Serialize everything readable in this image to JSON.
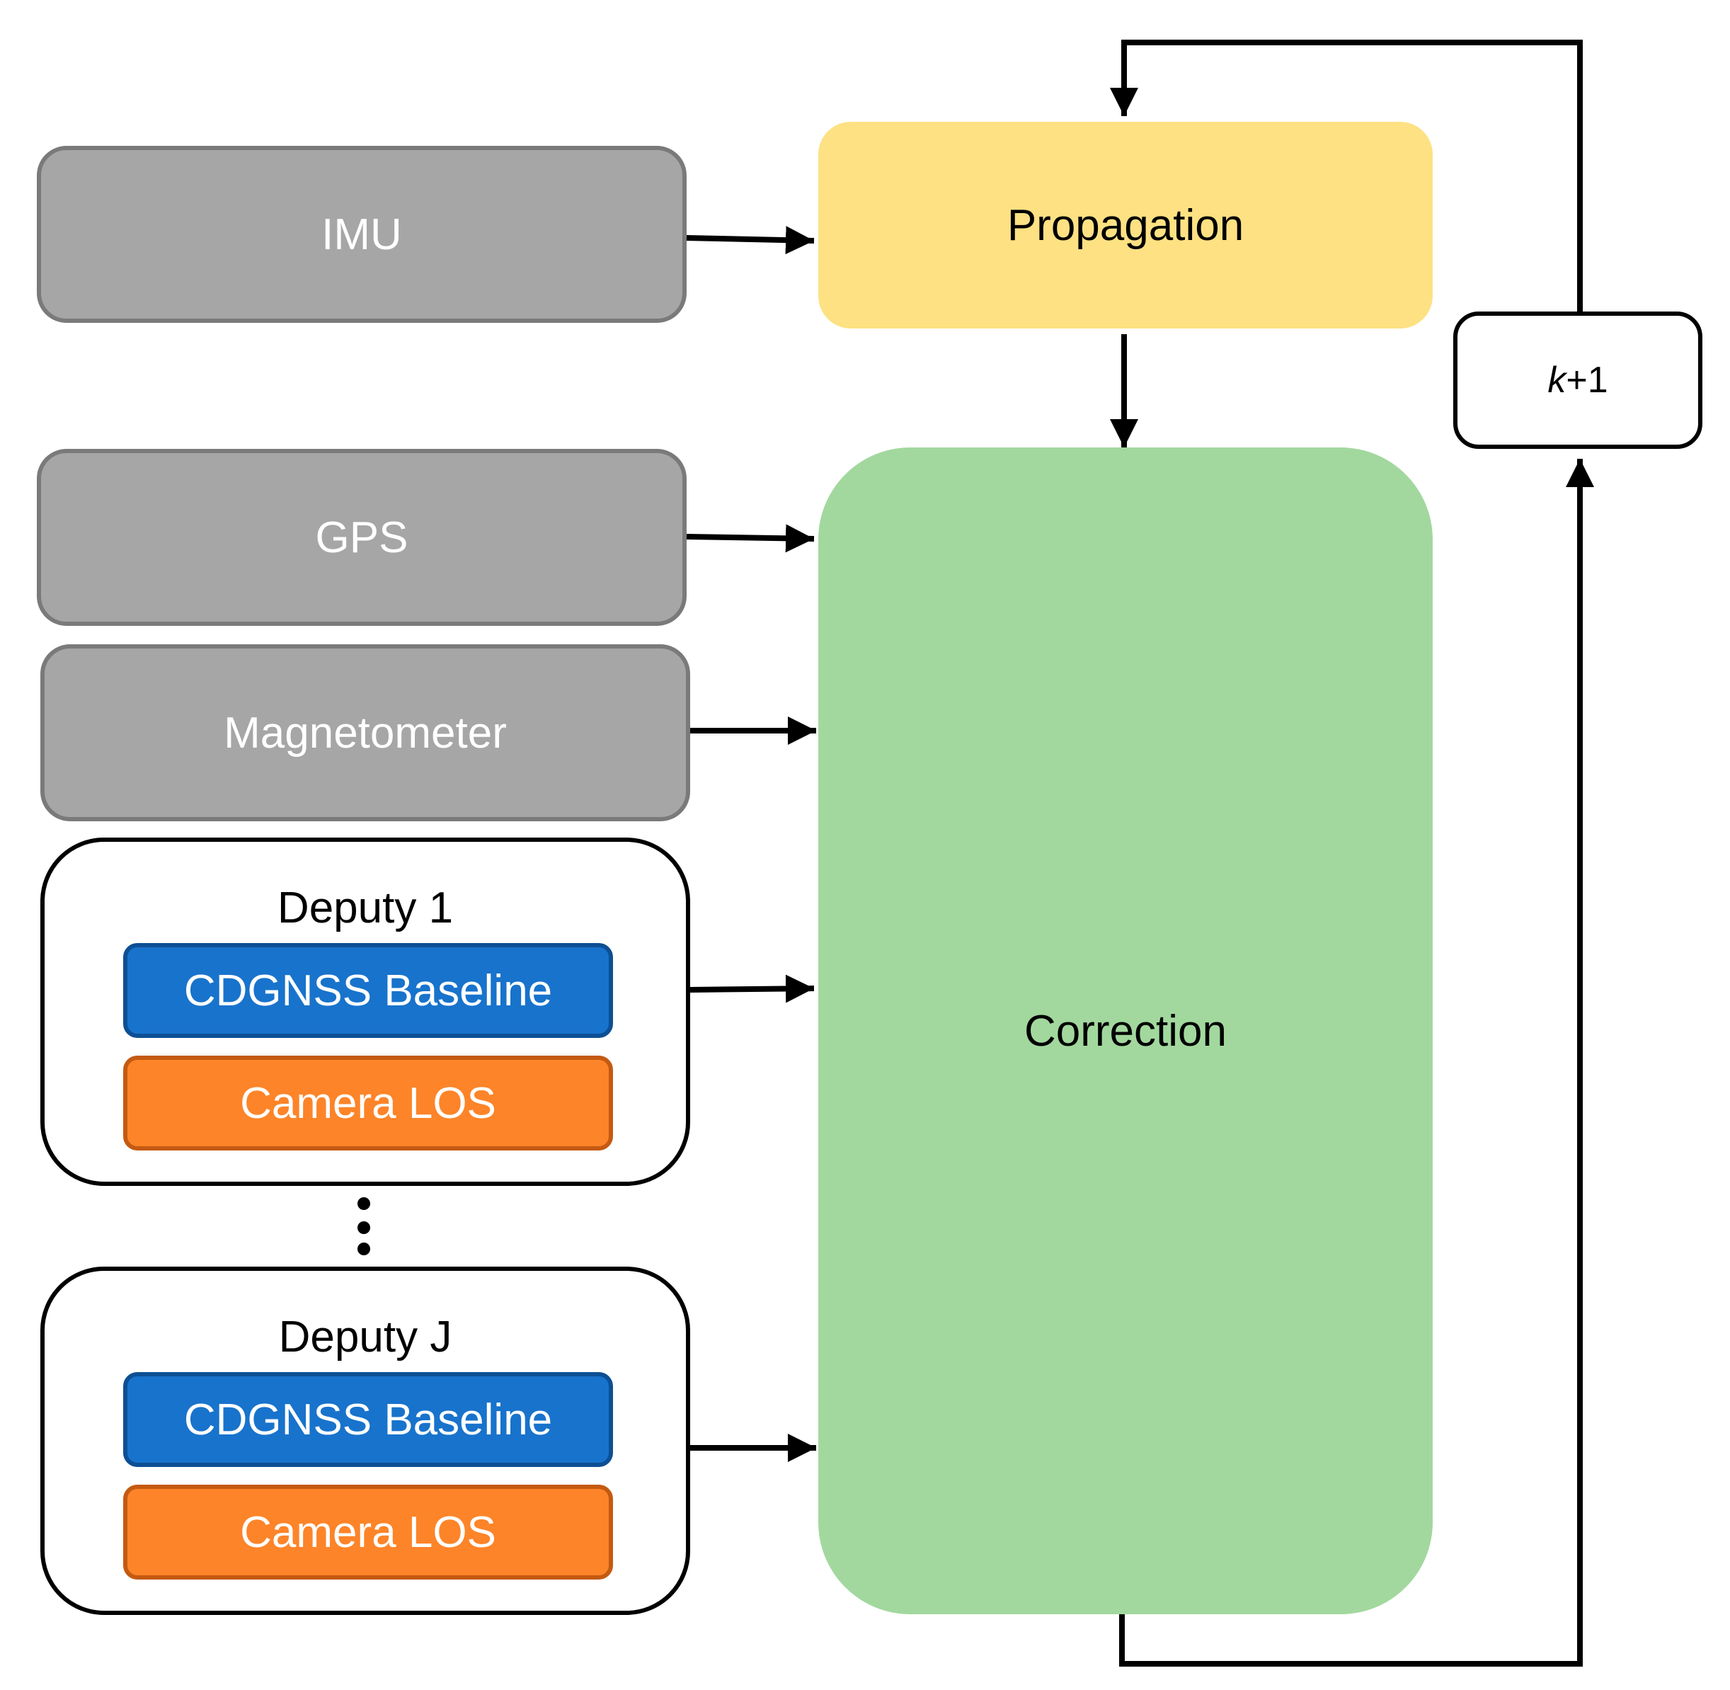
{
  "sensors": {
    "imu": "IMU",
    "gps": "GPS",
    "magnetometer": "Magnetometer"
  },
  "propagation": "Propagation",
  "correction": "Correction",
  "loop": {
    "k": "k",
    "plus_one": "+1"
  },
  "deputies": [
    {
      "title": "Deputy 1",
      "baseline": "CDGNSS Baseline",
      "camera": "Camera LOS"
    },
    {
      "title": "Deputy J",
      "baseline": "CDGNSS Baseline",
      "camera": "Camera LOS"
    }
  ],
  "colors": {
    "sensor_fill": "#a6a6a6",
    "propagation_fill": "#fde183",
    "correction_fill": "#a2d89e",
    "baseline_fill": "#1873cc",
    "camera_fill": "#fd8428"
  }
}
